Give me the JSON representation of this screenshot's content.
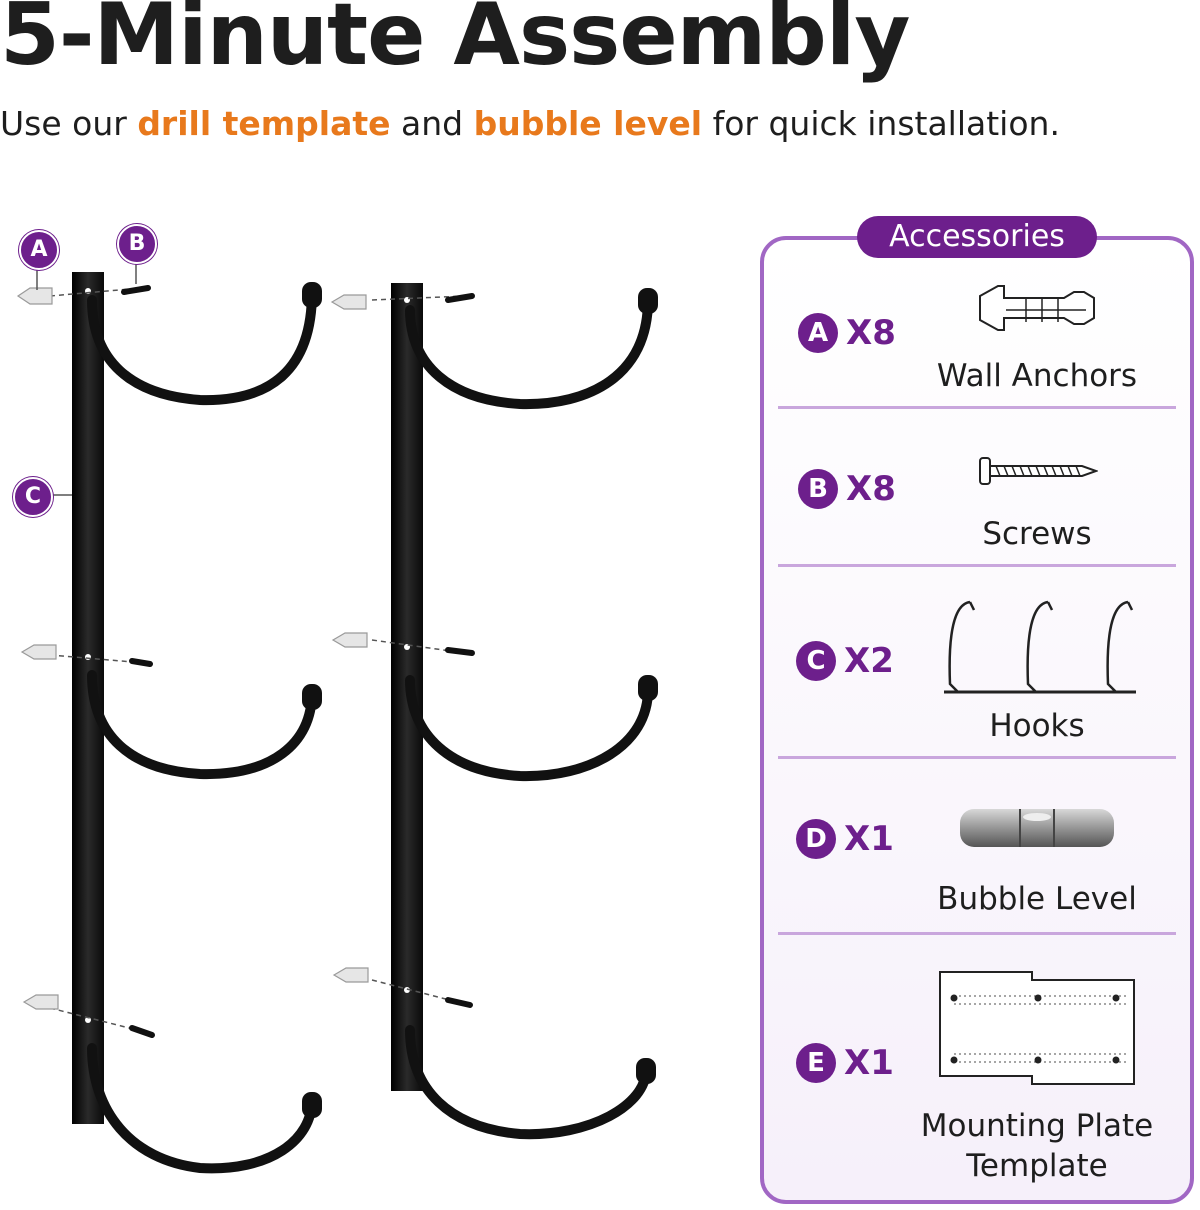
{
  "header": {
    "title": "5-Minute Assembly",
    "subtitle_pre": "Use our",
    "subtitle_hl1": "drill template",
    "subtitle_mid": "and",
    "subtitle_hl2": "bubble level",
    "subtitle_post": "for quick installation."
  },
  "callouts": {
    "a": "A",
    "b": "B",
    "c": "C"
  },
  "accessories": {
    "title": "Accessories",
    "items": [
      {
        "letter": "A",
        "qty": "X8",
        "label": "Wall Anchors",
        "icon": "wall-anchor-icon"
      },
      {
        "letter": "B",
        "qty": "X8",
        "label": "Screws",
        "icon": "screw-icon"
      },
      {
        "letter": "C",
        "qty": "X2",
        "label": "Hooks",
        "icon": "hooks-icon"
      },
      {
        "letter": "D",
        "qty": "X1",
        "label": "Bubble Level",
        "icon": "bubble-level-icon"
      },
      {
        "letter": "E",
        "qty": "X1",
        "label": "Mounting Plate",
        "label2": "Template",
        "icon": "template-icon"
      }
    ]
  },
  "colors": {
    "accent": "#6d1f8c",
    "border": "#a167c4",
    "highlight": "#e8791c",
    "text": "#1e1e1e"
  }
}
